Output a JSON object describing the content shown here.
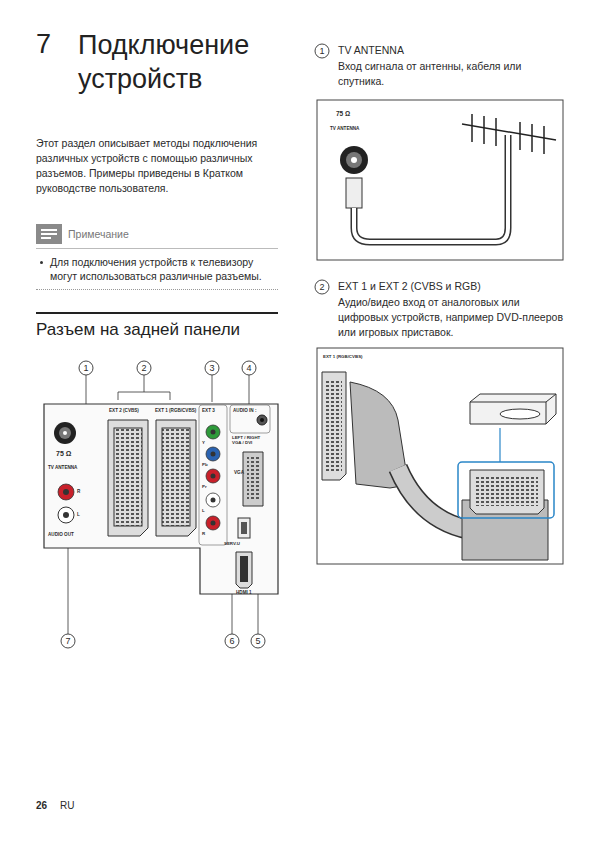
{
  "diagram": {
    "title": "Подключение устройств",
    "nodes": [
      {
        "text": [
          "Примечание",
          "Для подключения устройств к телевизору могут использоваться различные разъемы."
        ]
      }
    ],
    "labels": [
      "7",
      "Этот раздел описывает методы подключения различных устройств с помощью различных разъемов. Примеры приведены в Кратком руководстве пользователя.",
      "Разъем на задней панели",
      "1",
      "2",
      "3",
      "4",
      "75 Ω",
      "EXT 2 (CVBS)",
      "EXT 1 (RGB/CVBS)",
      "EXT 3",
      "AUDIO IN :",
      "TV ANTENNA",
      "Y",
      "LEFT / RIGHT VGA / DVI",
      "Pb",
      "VGA",
      "Pr",
      "R",
      "L",
      "L",
      "R",
      "AUDIO OUT",
      "SERV.U",
      "HDMI 1",
      "7",
      "6",
      "5",
      "1",
      "TV ANTENNA",
      "Вход сигнала от антенны, кабеля или спутника.",
      "75 Ω",
      "TV ANTENNA",
      "2",
      "EXT 1 и EXT 2 (CVBS и RGB)",
      "Аудио/видео вход от аналоговых или цифровых устройств, например DVD-плееров или игровых приставок.",
      "EXT 1 (RGB/CVBS)",
      "26",
      "RU"
    ]
  }
}
